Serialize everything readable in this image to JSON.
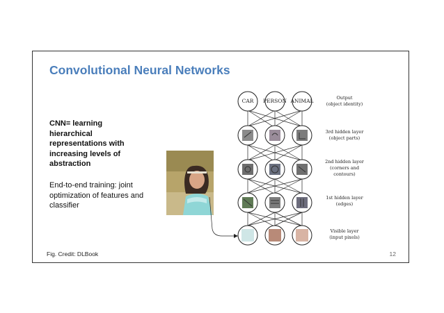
{
  "slide": {
    "title": "Convolutional Neural Networks",
    "text_bold": "CNN= learning hierarchical representations with increasing levels of abstraction",
    "text_body": "End-to-end training: joint optimization of features and classifier",
    "credit": "Fig. Credit: DLBook",
    "page_number": "12"
  },
  "diagram": {
    "outputs": [
      "CAR",
      "PERSON",
      "ANIMAL"
    ],
    "layers": [
      {
        "line1": "Output",
        "line2": "(object identity)",
        "line3": ""
      },
      {
        "line1": "3rd hidden layer",
        "line2": "(object parts)",
        "line3": ""
      },
      {
        "line1": "2nd hidden layer",
        "line2": "(corners and",
        "line3": "contours)"
      },
      {
        "line1": "1st hidden layer",
        "line2": "(edges)",
        "line3": ""
      },
      {
        "line1": "Visible layer",
        "line2": "(input pixels)",
        "line3": ""
      }
    ],
    "visible_colors": [
      "#cfe6e6",
      "#b88a78",
      "#d8b4a4"
    ]
  }
}
